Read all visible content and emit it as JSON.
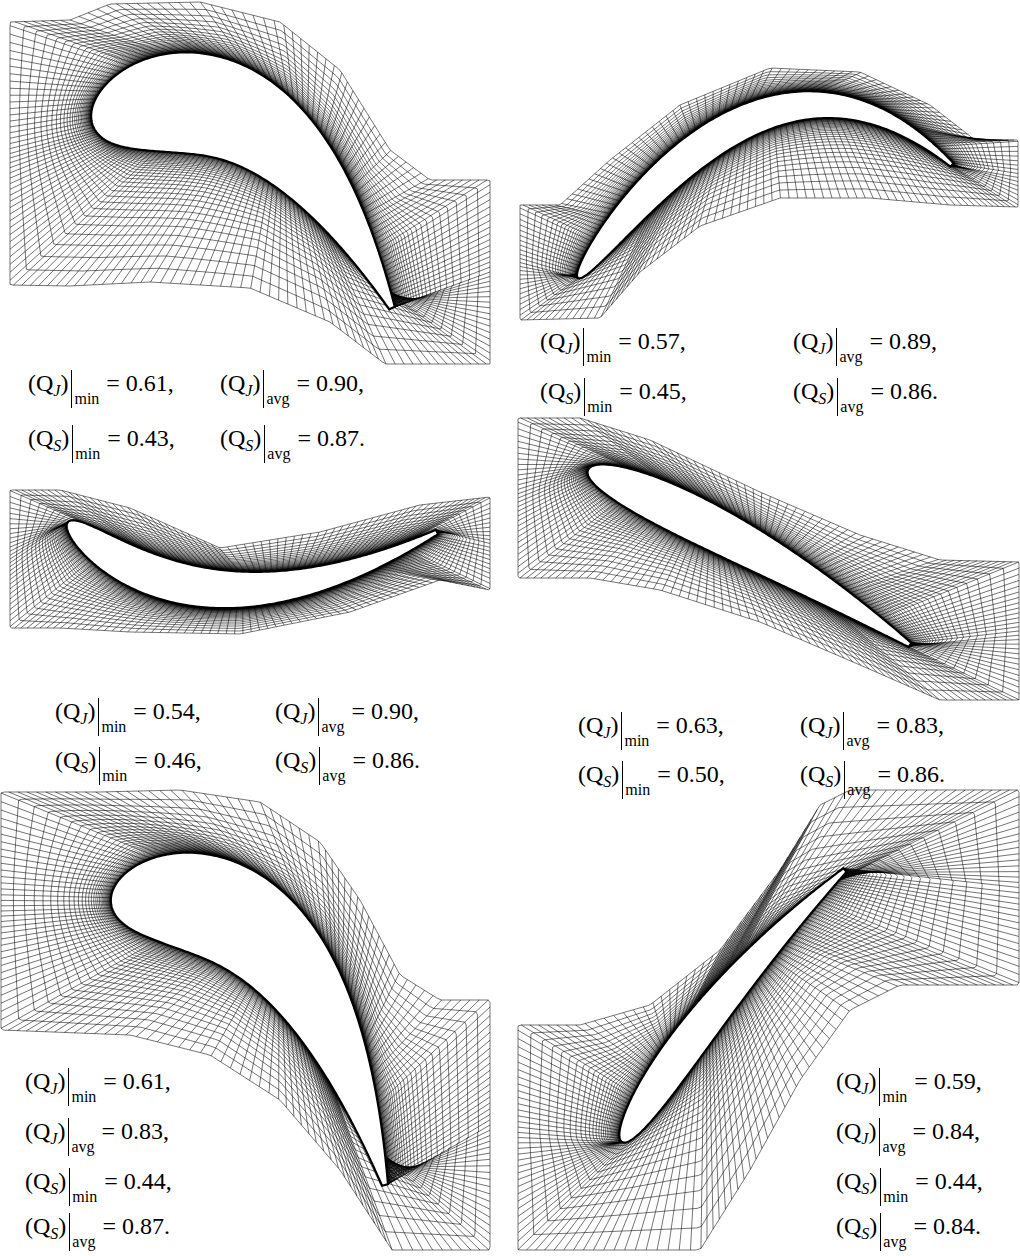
{
  "diagram": {
    "labels": [
      "(Q",
      "J",
      ")",
      "min",
      "= 0.61,",
      "(Q",
      "J",
      ")",
      "avg",
      "= 0.90,",
      "(Q",
      "S",
      ")",
      "min",
      "= 0.43,",
      "(Q",
      "S",
      ")",
      "avg",
      "= 0.87.",
      "(Q",
      "J",
      ")",
      "min",
      "= 0.57,",
      "(Q",
      "J",
      ")",
      "avg",
      "= 0.89,",
      "(Q",
      "S",
      ")",
      "min",
      "= 0.45,",
      "(Q",
      "S",
      ")",
      "avg",
      "= 0.86.",
      "(Q",
      "J",
      ")",
      "min",
      "= 0.54,",
      "(Q",
      "J",
      ")",
      "avg",
      "= 0.90,",
      "(Q",
      "S",
      ")",
      "min",
      "= 0.46,",
      "(Q",
      "S",
      ")",
      "avg",
      "= 0.86.",
      "(Q",
      "J",
      ")",
      "min",
      "= 0.63,",
      "(Q",
      "J",
      ")",
      "avg",
      "= 0.83,",
      "(Q",
      "S",
      ")",
      "min",
      "= 0.50,",
      "(Q",
      "S",
      ")",
      "avg",
      "= 0.86.",
      "(Q",
      "J",
      ")",
      "min",
      "= 0.61,",
      "(Q",
      "J",
      ")",
      "avg",
      "= 0.83,",
      "(Q",
      "S",
      ")",
      "min",
      "= 0.44,",
      "(Q",
      "S",
      ")",
      "avg",
      "= 0.87.",
      "(Q",
      "J",
      ")",
      "min",
      "= 0.59,",
      "(Q",
      "J",
      ")",
      "avg",
      "= 0.84,",
      "(Q",
      "S",
      ")",
      "min",
      "= 0.44,",
      "(Q",
      "S",
      ")",
      "avg",
      "= 0.84."
    ]
  }
}
